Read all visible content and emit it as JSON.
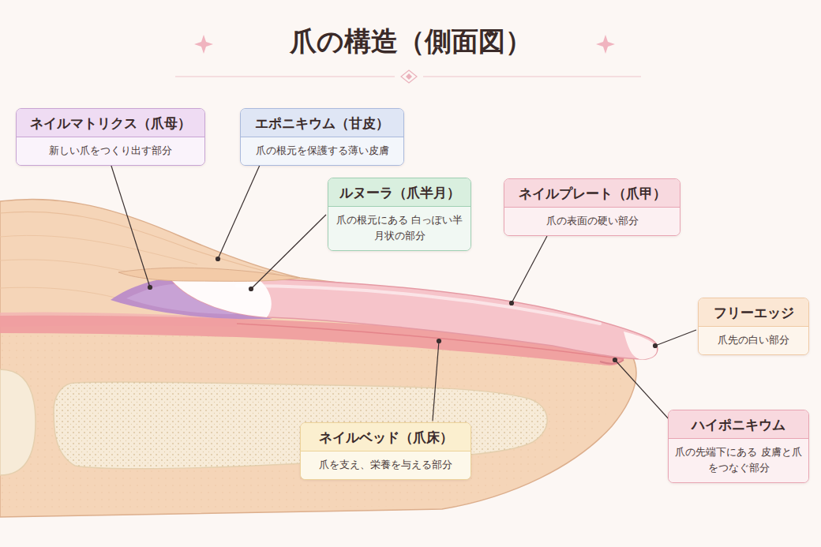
{
  "diagram": {
    "title": "爪の構造（側面図）",
    "nodes": [
      {
        "text": [
          "ネイルマトリクス（爪母）",
          "新しい爪をつくり出す部分"
        ]
      },
      {
        "text": [
          "エポニキウム（甘皮）",
          "爪の根元を保護する薄い皮膚"
        ]
      },
      {
        "text": [
          "ルヌーラ（爪半月）",
          "爪の根元にある 白っぽい半月状の部分"
        ]
      },
      {
        "text": [
          "ネイルプレート（爪甲）",
          "爪の表面の硬い部分"
        ]
      },
      {
        "text": [
          "フリーエッジ",
          "爪先の白い部分"
        ]
      },
      {
        "text": [
          "ネイルベッド（爪床）",
          "爪を支え、栄養を与える部分"
        ]
      },
      {
        "text": [
          "ハイポニキウム",
          "爪の先端下にある 皮膚と爪をつなぐ部分"
        ]
      }
    ]
  }
}
